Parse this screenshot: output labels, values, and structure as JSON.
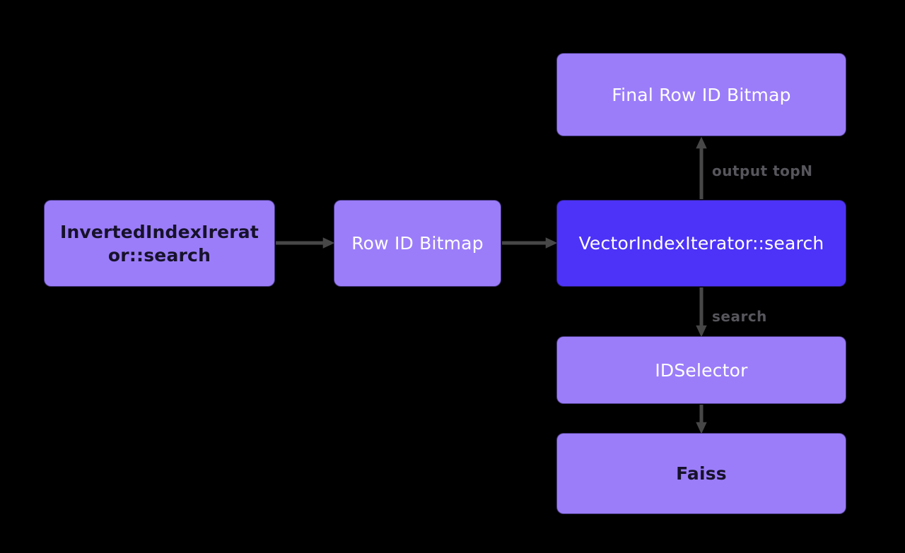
{
  "diagram": {
    "background": "#000000",
    "colors": {
      "node_light_fill": "#9B7DF9",
      "node_dark_fill": "#4D33F7",
      "node_stroke": "#18123A",
      "text_dark": "#17122B",
      "text_light": "#FFFFFF",
      "arrow": "#474747",
      "edge_label": "#56565C"
    },
    "nodes": [
      {
        "id": "inverted-index-search",
        "label": "InvertedIndexIrerator::search",
        "fill": "#9B7DF9",
        "text_color": "#17122B"
      },
      {
        "id": "row-id-bitmap",
        "label": "Row ID Bitmap",
        "fill": "#9B7DF9",
        "text_color": "#FFFFFF"
      },
      {
        "id": "vector-index-search",
        "label": "VectorIndexIterator::search",
        "fill": "#4D33F7",
        "text_color": "#FFFFFF"
      },
      {
        "id": "final-row-id-bitmap",
        "label": "Final Row ID Bitmap",
        "fill": "#9B7DF9",
        "text_color": "#FFFFFF"
      },
      {
        "id": "id-selector",
        "label": "IDSelector",
        "fill": "#9B7DF9",
        "text_color": "#FFFFFF"
      },
      {
        "id": "faiss",
        "label": "Faiss",
        "fill": "#9B7DF9",
        "text_color": "#17122B"
      }
    ],
    "edges": [
      {
        "id": "inverted-to-bitmap",
        "from": "inverted-index-search",
        "to": "row-id-bitmap",
        "label": ""
      },
      {
        "id": "bitmap-to-vector",
        "from": "row-id-bitmap",
        "to": "vector-index-search",
        "label": ""
      },
      {
        "id": "vector-to-final",
        "from": "vector-index-search",
        "to": "final-row-id-bitmap",
        "label": "output topN"
      },
      {
        "id": "vector-to-selector",
        "from": "vector-index-search",
        "to": "id-selector",
        "label": "search"
      },
      {
        "id": "selector-to-faiss",
        "from": "id-selector",
        "to": "faiss",
        "label": ""
      }
    ]
  }
}
